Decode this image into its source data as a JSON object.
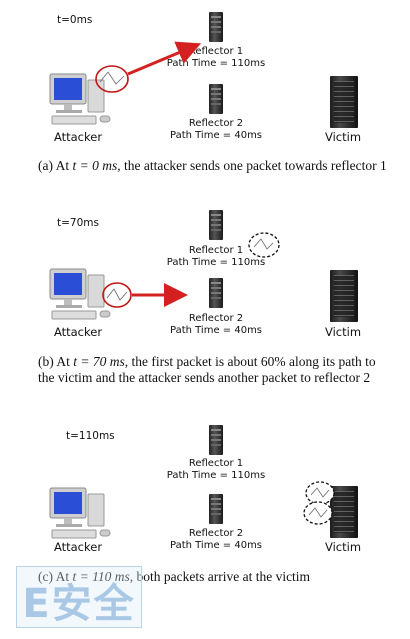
{
  "panels": [
    {
      "time": "t=0ms",
      "reflector1": {
        "name": "Reflector 1",
        "path": "Path Time = 110ms"
      },
      "reflector2": {
        "name": "Reflector 2",
        "path": "Path Time = 40ms"
      },
      "attacker": "Attacker",
      "victim": "Victim",
      "caption": {
        "prefix": "(a) At ",
        "math": "t = 0 ms",
        "suffix": ", the attacker sends one packet towards reflector 1"
      }
    },
    {
      "time": "t=70ms",
      "reflector1": {
        "name": "Reflector 1",
        "path": "Path Time = 110ms"
      },
      "reflector2": {
        "name": "Reflector 2",
        "path": "Path Time = 40ms"
      },
      "attacker": "Attacker",
      "victim": "Victim",
      "caption": {
        "prefix": "(b) At ",
        "math": "t = 70 ms",
        "suffix": ", the first packet is about 60% along its path to the victim and the attacker sends another packet to reflector 2"
      }
    },
    {
      "time": "t=110ms",
      "reflector1": {
        "name": "Reflector 1",
        "path": "Path Time = 110ms"
      },
      "reflector2": {
        "name": "Reflector 2",
        "path": "Path Time = 40ms"
      },
      "attacker": "Attacker",
      "victim": "Victim",
      "caption": {
        "prefix": "(c) At ",
        "math": "t = 110 ms",
        "suffix": ", both packets arrive at the victim"
      }
    }
  ],
  "watermark": "E安全",
  "colors": {
    "arrow": "#d42020",
    "packet_circle_solid": "#c01818",
    "packet_circle_dashed": "#111111",
    "monitor": "#2a4fd6"
  }
}
